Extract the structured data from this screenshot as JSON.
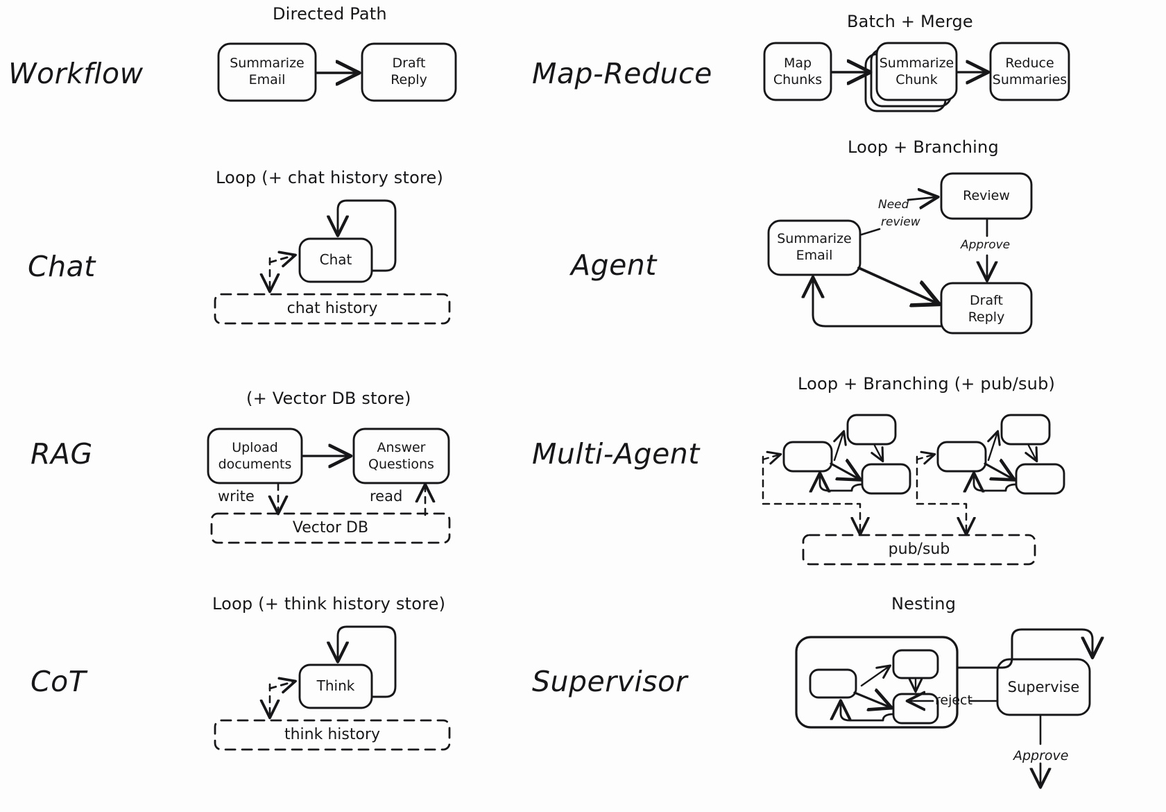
{
  "meta": {
    "background": "#fdfdfd",
    "stroke": "#17171a",
    "title": "Agent architecture patterns"
  },
  "rows": [
    {
      "id": "workflow",
      "label": "Workflow",
      "caption": "Directed Path",
      "nodes": [
        "Summarize\nEmail",
        "Draft\nReply"
      ],
      "edges": [
        "Summarize Email -> Draft Reply"
      ],
      "store": null
    },
    {
      "id": "map-reduce",
      "label": "Map-Reduce",
      "caption": "Batch + Merge",
      "nodes": [
        "Map\nChunks",
        "Summarize\nChunk",
        "Reduce\nSummaries"
      ],
      "edges": [
        "Map Chunks -> Summarize Chunk",
        "Summarize Chunk -> Reduce Summaries"
      ],
      "store": null
    },
    {
      "id": "chat",
      "label": "Chat",
      "caption": "Loop (+ chat history store)",
      "nodes": [
        "Chat"
      ],
      "edges": [
        "Chat -> Chat (self loop)",
        "entry -> Chat (dashed)",
        "entry -> chat history (dashed)"
      ],
      "store": "chat history"
    },
    {
      "id": "agent",
      "label": "Agent",
      "caption": "Loop + Branching",
      "nodes": [
        "Summarize\nEmail",
        "Review",
        "Draft\nReply"
      ],
      "edge_labels": [
        "Need",
        "review",
        "Approve"
      ],
      "edges": [
        "Summarize Email -> Review",
        "Review -> Draft Reply",
        "Summarize Email -> Draft Reply",
        "Draft Reply -> Summarize Email"
      ],
      "store": null
    },
    {
      "id": "rag",
      "label": "RAG",
      "caption": "(+ Vector DB store)",
      "nodes": [
        "Upload\ndocuments",
        "Answer\nQuestions"
      ],
      "edge_labels": [
        "write",
        "read"
      ],
      "edges": [
        "Upload documents -> Answer Questions",
        "Upload documents -> Vector DB (write)",
        "Vector DB -> Answer Questions (read)"
      ],
      "store": "Vector DB"
    },
    {
      "id": "multi-agent",
      "label": "Multi-Agent",
      "caption": "Loop + Branching (+ pub/sub)",
      "nodes": [
        "",
        "",
        "",
        "",
        "",
        ""
      ],
      "edges": [
        "agent-1 subgraph -> pub/sub",
        "agent-2 subgraph -> pub/sub"
      ],
      "store": "pub/sub"
    },
    {
      "id": "cot",
      "label": "CoT",
      "caption": "Loop (+ think history store)",
      "nodes": [
        "Think"
      ],
      "edges": [
        "Think -> Think (self loop)",
        "entry -> Think (dashed)",
        "entry -> think history (dashed)"
      ],
      "store": "think history"
    },
    {
      "id": "supervisor",
      "label": "Supervisor",
      "caption": "Nesting",
      "nodes": [
        "",
        "",
        "",
        "Supervise"
      ],
      "edge_labels": [
        "reject",
        "Approve"
      ],
      "edges": [
        "nested group -> Supervise",
        "Supervise -> nested group (reject)",
        "Supervise -> out (Approve)"
      ],
      "store": null
    }
  ],
  "chart_data": {
    "type": "diagram",
    "title": "Agent architecture patterns",
    "columns": [
      "left",
      "right"
    ],
    "patterns": [
      {
        "name": "Workflow",
        "column": "left",
        "caption": "Directed Path",
        "nodes": [
          "Summarize Email",
          "Draft Reply"
        ]
      },
      {
        "name": "Map-Reduce",
        "column": "right",
        "caption": "Batch + Merge",
        "nodes": [
          "Map Chunks",
          "Summarize Chunk",
          "Reduce Summaries"
        ]
      },
      {
        "name": "Chat",
        "column": "left",
        "caption": "Loop (+ chat history store)",
        "nodes": [
          "Chat"
        ],
        "store": "chat history"
      },
      {
        "name": "Agent",
        "column": "right",
        "caption": "Loop + Branching",
        "nodes": [
          "Summarize Email",
          "Review",
          "Draft Reply"
        ],
        "labels": [
          "Need review",
          "Approve"
        ]
      },
      {
        "name": "RAG",
        "column": "left",
        "caption": "(+ Vector DB store)",
        "nodes": [
          "Upload documents",
          "Answer Questions"
        ],
        "store": "Vector DB",
        "labels": [
          "write",
          "read"
        ]
      },
      {
        "name": "Multi-Agent",
        "column": "right",
        "caption": "Loop + Branching (+ pub/sub)",
        "nodes": [
          "",
          "",
          "",
          "",
          "",
          ""
        ],
        "store": "pub/sub"
      },
      {
        "name": "CoT",
        "column": "left",
        "caption": "Loop (+ think history store)",
        "nodes": [
          "Think"
        ],
        "store": "think history"
      },
      {
        "name": "Supervisor",
        "column": "right",
        "caption": "Nesting",
        "nodes": [
          "",
          "",
          "",
          "Supervise"
        ],
        "labels": [
          "reject",
          "Approve"
        ]
      }
    ]
  },
  "labels": {
    "workflow": "Workflow",
    "map_reduce": "Map-Reduce",
    "chat": "Chat",
    "agent": "Agent",
    "rag": "RAG",
    "multi_agent": "Multi-Agent",
    "cot": "CoT",
    "supervisor": "Supervisor"
  },
  "captions": {
    "directed_path": "Directed Path",
    "batch_merge": "Batch + Merge",
    "loop_chat": "Loop (+ chat history store)",
    "loop_branching": "Loop + Branching",
    "vector_db_store": "(+ Vector DB store)",
    "loop_branching_pubsub": "Loop + Branching (+ pub/sub)",
    "loop_think": "Loop (+ think history store)",
    "nesting": "Nesting"
  },
  "nodes": {
    "summarize_email_1a": "Summarize",
    "summarize_email_1b": "Email",
    "draft_reply_1a": "Draft",
    "draft_reply_1b": "Reply",
    "map_chunks_a": "Map",
    "map_chunks_b": "Chunks",
    "summarize_chunk_a": "Summarize",
    "summarize_chunk_b": "Chunk",
    "reduce_summaries_a": "Reduce",
    "reduce_summaries_b": "Summaries",
    "chat": "Chat",
    "summarize_email_2a": "Summarize",
    "summarize_email_2b": "Email",
    "review": "Review",
    "draft_reply_2a": "Draft",
    "draft_reply_2b": "Reply",
    "upload_documents_a": "Upload",
    "upload_documents_b": "documents",
    "answer_questions_a": "Answer",
    "answer_questions_b": "Questions",
    "think": "Think",
    "supervise": "Supervise"
  },
  "stores": {
    "chat_history": "chat history",
    "vector_db": "Vector DB",
    "pub_sub": "pub/sub",
    "think_history": "think history"
  },
  "edge_labels": {
    "need": "Need",
    "review": "review",
    "approve_agent": "Approve",
    "write": "write",
    "read": "read",
    "reject": "reject",
    "approve_sup": "Approve"
  }
}
